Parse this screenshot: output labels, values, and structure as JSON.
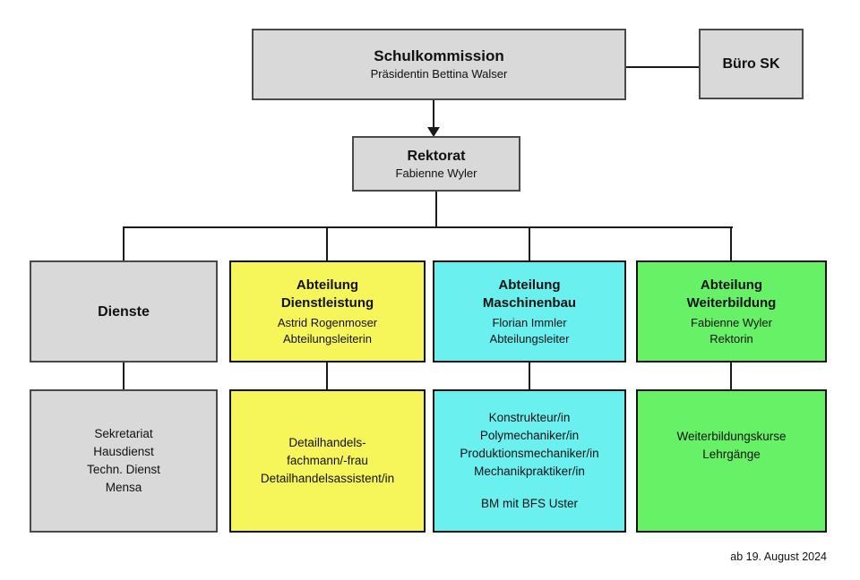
{
  "diagram": {
    "schulkommission": {
      "title": "Schulkommission",
      "subtitle": "Präsidentin Bettina Walser"
    },
    "buero_sk": {
      "title": "Büro SK"
    },
    "rektorat": {
      "title": "Rektorat",
      "subtitle": "Fabienne Wyler"
    },
    "departments": [
      {
        "name_line1": "Dienste",
        "name_line2": "",
        "person": "",
        "role": "",
        "fill": "#D9D9D9",
        "unit_lines": [
          "Sekretariat",
          "Hausdienst",
          "Techn. Dienst",
          "Mensa"
        ],
        "unit_note": ""
      },
      {
        "name_line1": "Abteilung",
        "name_line2": "Dienstleistung",
        "person": "Astrid Rogenmoser",
        "role": "Abteilungsleiterin",
        "fill": "#F6F65A",
        "unit_lines": [
          "Detailhandels-",
          "fachmann/-frau",
          "Detailhandelsassistent/in"
        ],
        "unit_note": ""
      },
      {
        "name_line1": "Abteilung",
        "name_line2": "Maschinenbau",
        "person": "Florian Immler",
        "role": "Abteilungsleiter",
        "fill": "#6BF0F0",
        "unit_lines": [
          "Konstrukteur/in",
          "Polymechaniker/in",
          "Produktionsmechaniker/in",
          "Mechanikpraktiker/in"
        ],
        "unit_note": "BM mit BFS Uster"
      },
      {
        "name_line1": "Abteilung",
        "name_line2": "Weiterbildung",
        "person": "Fabienne Wyler",
        "role": "Rektorin",
        "fill": "#67F167",
        "unit_lines": [
          "Weiterbildungskurse",
          "Lehrgänge"
        ],
        "unit_note": ""
      }
    ],
    "gray_fill": "#D9D9D9",
    "footer_note": "ab 19. August 2024"
  }
}
